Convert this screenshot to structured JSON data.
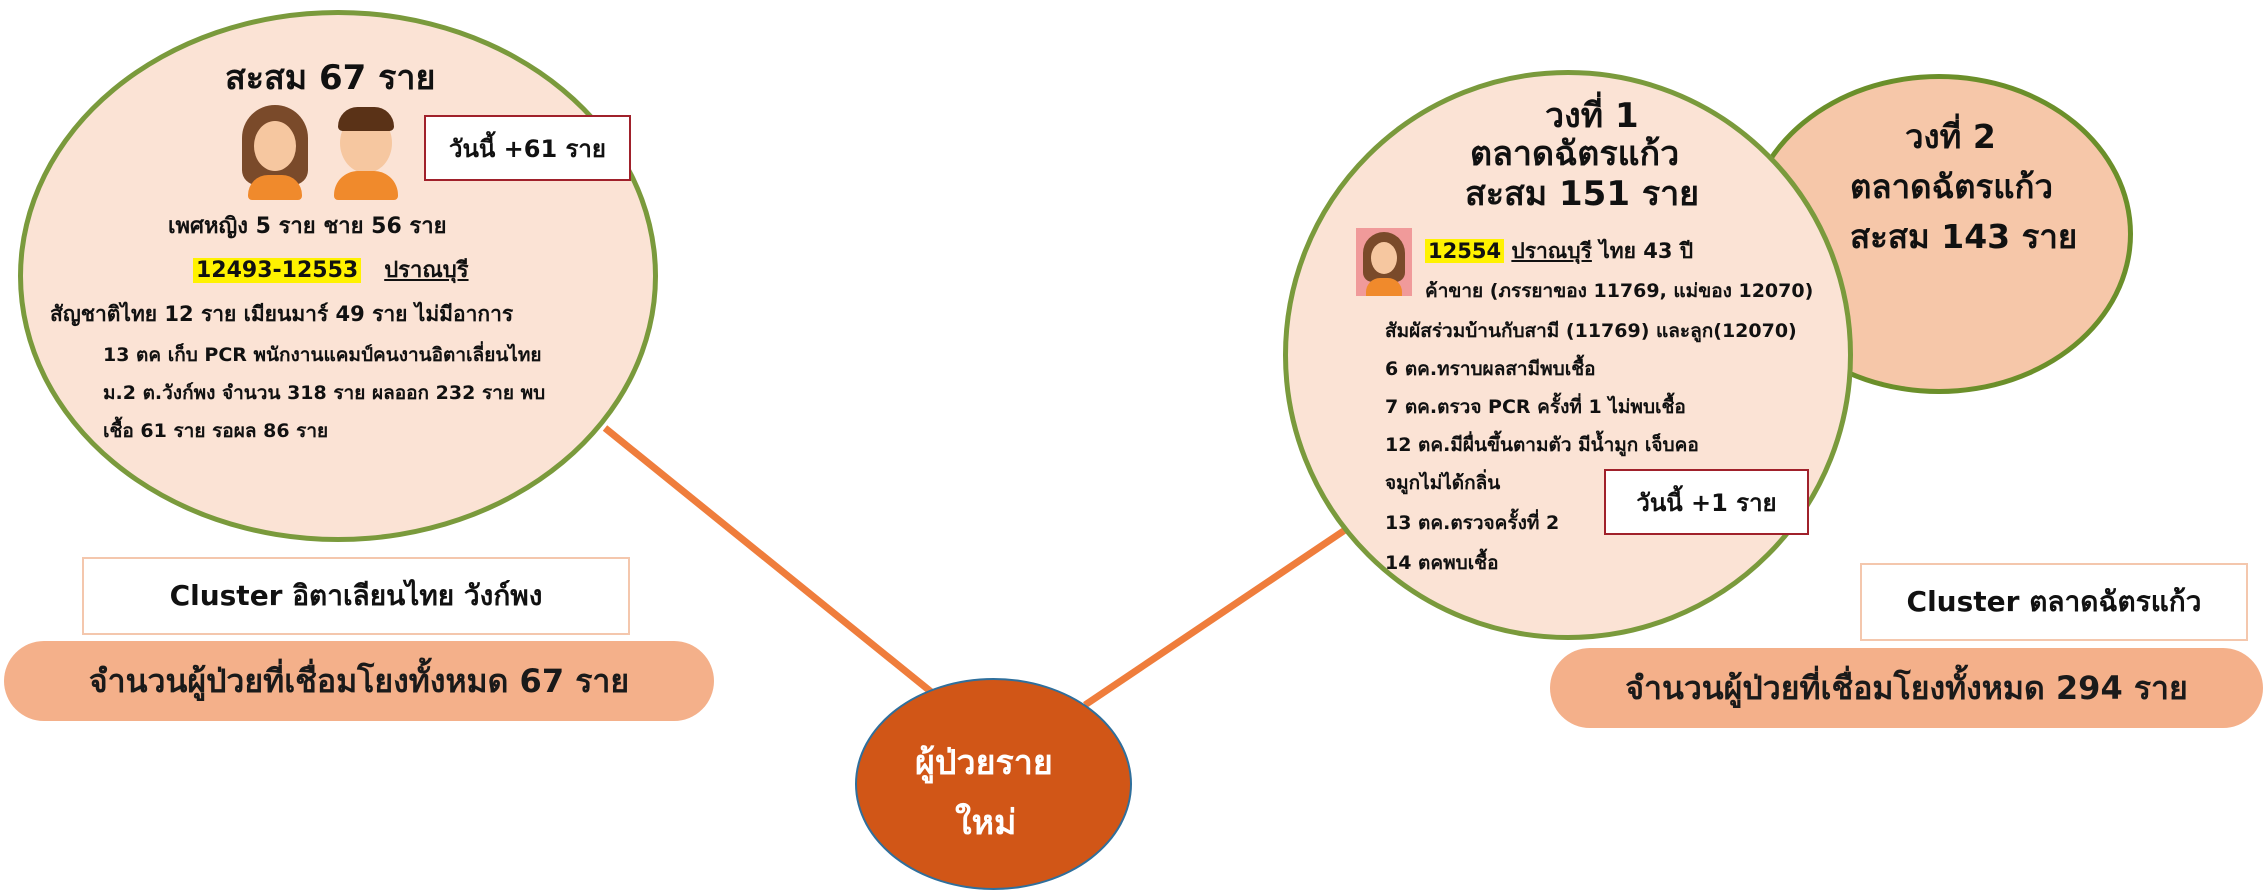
{
  "left_cluster": {
    "title": "สะสม 67 ราย",
    "today_badge": "วันนี้ +61 ราย",
    "gender_line": "เพศหญิง 5 ราย ชาย 56 ราย",
    "case_range": "12493-12553",
    "province": "ปราณบุรี",
    "nationality_line": "สัญชาติไทย 12 ราย เมียนมาร์ 49 ราย ไม่มีอาการ",
    "detail_1": "13 ตค เก็บ PCR พนักงานแคมป์คนงานอิตาเลี่ยนไทย",
    "detail_2": "ม.2 ต.วังก์พง จำนวน 318 ราย ผลออก 232 ราย พบ",
    "detail_3": "เชื้อ 61 ราย รอผล 86 ราย",
    "cluster_label": "Cluster อิตาเลียนไทย วังก์พง",
    "total_pill": "จำนวนผู้ป่วยที่เชื่อมโยงทั้งหมด 67 ราย"
  },
  "right_cluster": {
    "ring1_line1": "วงที่ 1",
    "ring1_line2": "ตลาดฉัตรแก้ว",
    "ring1_line3": "สะสม 151 ราย",
    "ring2_line1": "วงที่ 2",
    "ring2_line2": "ตลาดฉัตรแก้ว",
    "ring2_line3": "สะสม 143 ราย",
    "case_id": "12554",
    "case_place": "ปราณบุรี",
    "case_info": "ไทย 43 ปี",
    "occupation": "ค้าขาย (ภรรยาของ 11769, แม่ของ 12070)",
    "timeline": [
      "สัมผัสร่วมบ้านกับสามี (11769) และลูก(12070)",
      "6 ตค.ทราบผลสามีพบเชื้อ",
      "7 ตค.ตรวจ PCR ครั้งที่ 1 ไม่พบเชื้อ",
      "12 ตค.มีผื่นขึ้นตามตัว มีน้ำมูก เจ็บคอ",
      "จมูกไม่ได้กลิ่น",
      "13 ตค.ตรวจครั้งที่ 2",
      "14 ตคพบเชื้อ"
    ],
    "today_badge": "วันนี้ +1 ราย",
    "cluster_label": "Cluster ตลาดฉัตรแก้ว",
    "total_pill": "จำนวนผู้ป่วยที่เชื่อมโยงทั้งหมด 294 ราย"
  },
  "center": {
    "line1": "ผู้ป่วยราย",
    "line2": "ใหม่"
  },
  "colors": {
    "connector": "#ef7d3c",
    "circle_fill": "#fbe3d5",
    "ring2_fill": "#f6c7a9",
    "center_fill": "#d15617",
    "highlight": "#fff200"
  }
}
